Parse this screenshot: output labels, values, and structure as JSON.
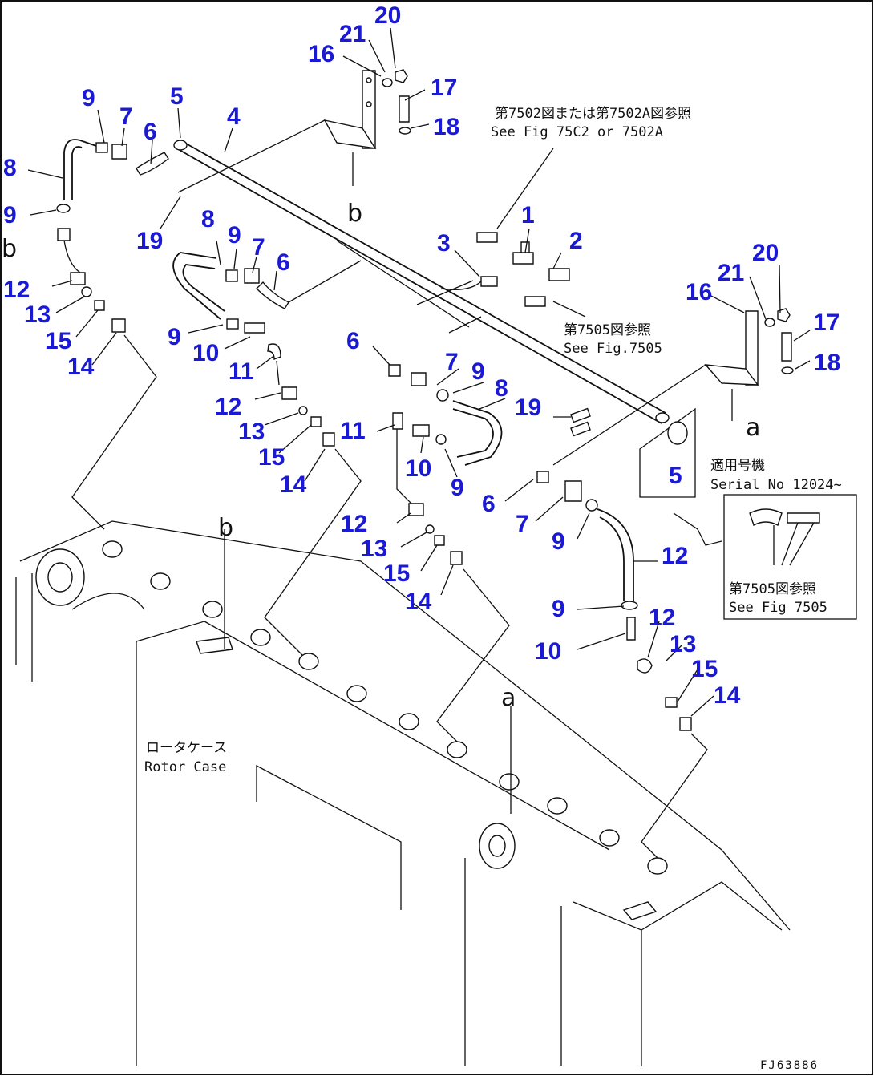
{
  "callouts": {
    "c1": "1",
    "c2": "2",
    "c3": "3",
    "c4": "4",
    "c5a": "5",
    "c5b": "5",
    "c6a": "6",
    "c6b": "6",
    "c6c": "6",
    "c6d": "6",
    "c7a": "7",
    "c7b": "7",
    "c7c": "7",
    "c7d": "7",
    "c8a": "8",
    "c8b": "8",
    "c8c": "8",
    "c9a": "9",
    "c9b": "9",
    "c9c": "9",
    "c9d": "9",
    "c9e": "9",
    "c9f": "9",
    "c9g": "9",
    "c9h": "9",
    "c10a": "10",
    "c10b": "10",
    "c10c": "10",
    "c11a": "11",
    "c11b": "11",
    "c12a": "12",
    "c12b": "12",
    "c12c": "12",
    "c12d": "12",
    "c12e": "12",
    "c13a": "13",
    "c13b": "13",
    "c13c": "13",
    "c13d": "13",
    "c14a": "14",
    "c14b": "14",
    "c14c": "14",
    "c14d": "14",
    "c15a": "15",
    "c15b": "15",
    "c15c": "15",
    "c15d": "15",
    "c16a": "16",
    "c16b": "16",
    "c17a": "17",
    "c17b": "17",
    "c18a": "18",
    "c18b": "18",
    "c19a": "19",
    "c19b": "19",
    "c20a": "20",
    "c20b": "20",
    "c21a": "21",
    "c21b": "21"
  },
  "notes": {
    "ref_7502_jp": "第7502図または第7502A図参照",
    "ref_7502_en": "See Fig 75C2 or 7502A",
    "ref_7505_jp": "第7505図参照",
    "ref_7505_en": "See Fig.7505",
    "serial_jp": "適用号機",
    "serial_en": "Serial No 12024~",
    "inset_ref_jp": "第7505図参照",
    "inset_ref_en": "See Fig 7505",
    "rotor_jp": "ロータケース",
    "rotor_en": "Rotor Case"
  },
  "letters": {
    "a1": "a",
    "a2": "a",
    "b1": "b",
    "b2": "b",
    "d1": "b"
  },
  "figure_code": "FJ63886"
}
